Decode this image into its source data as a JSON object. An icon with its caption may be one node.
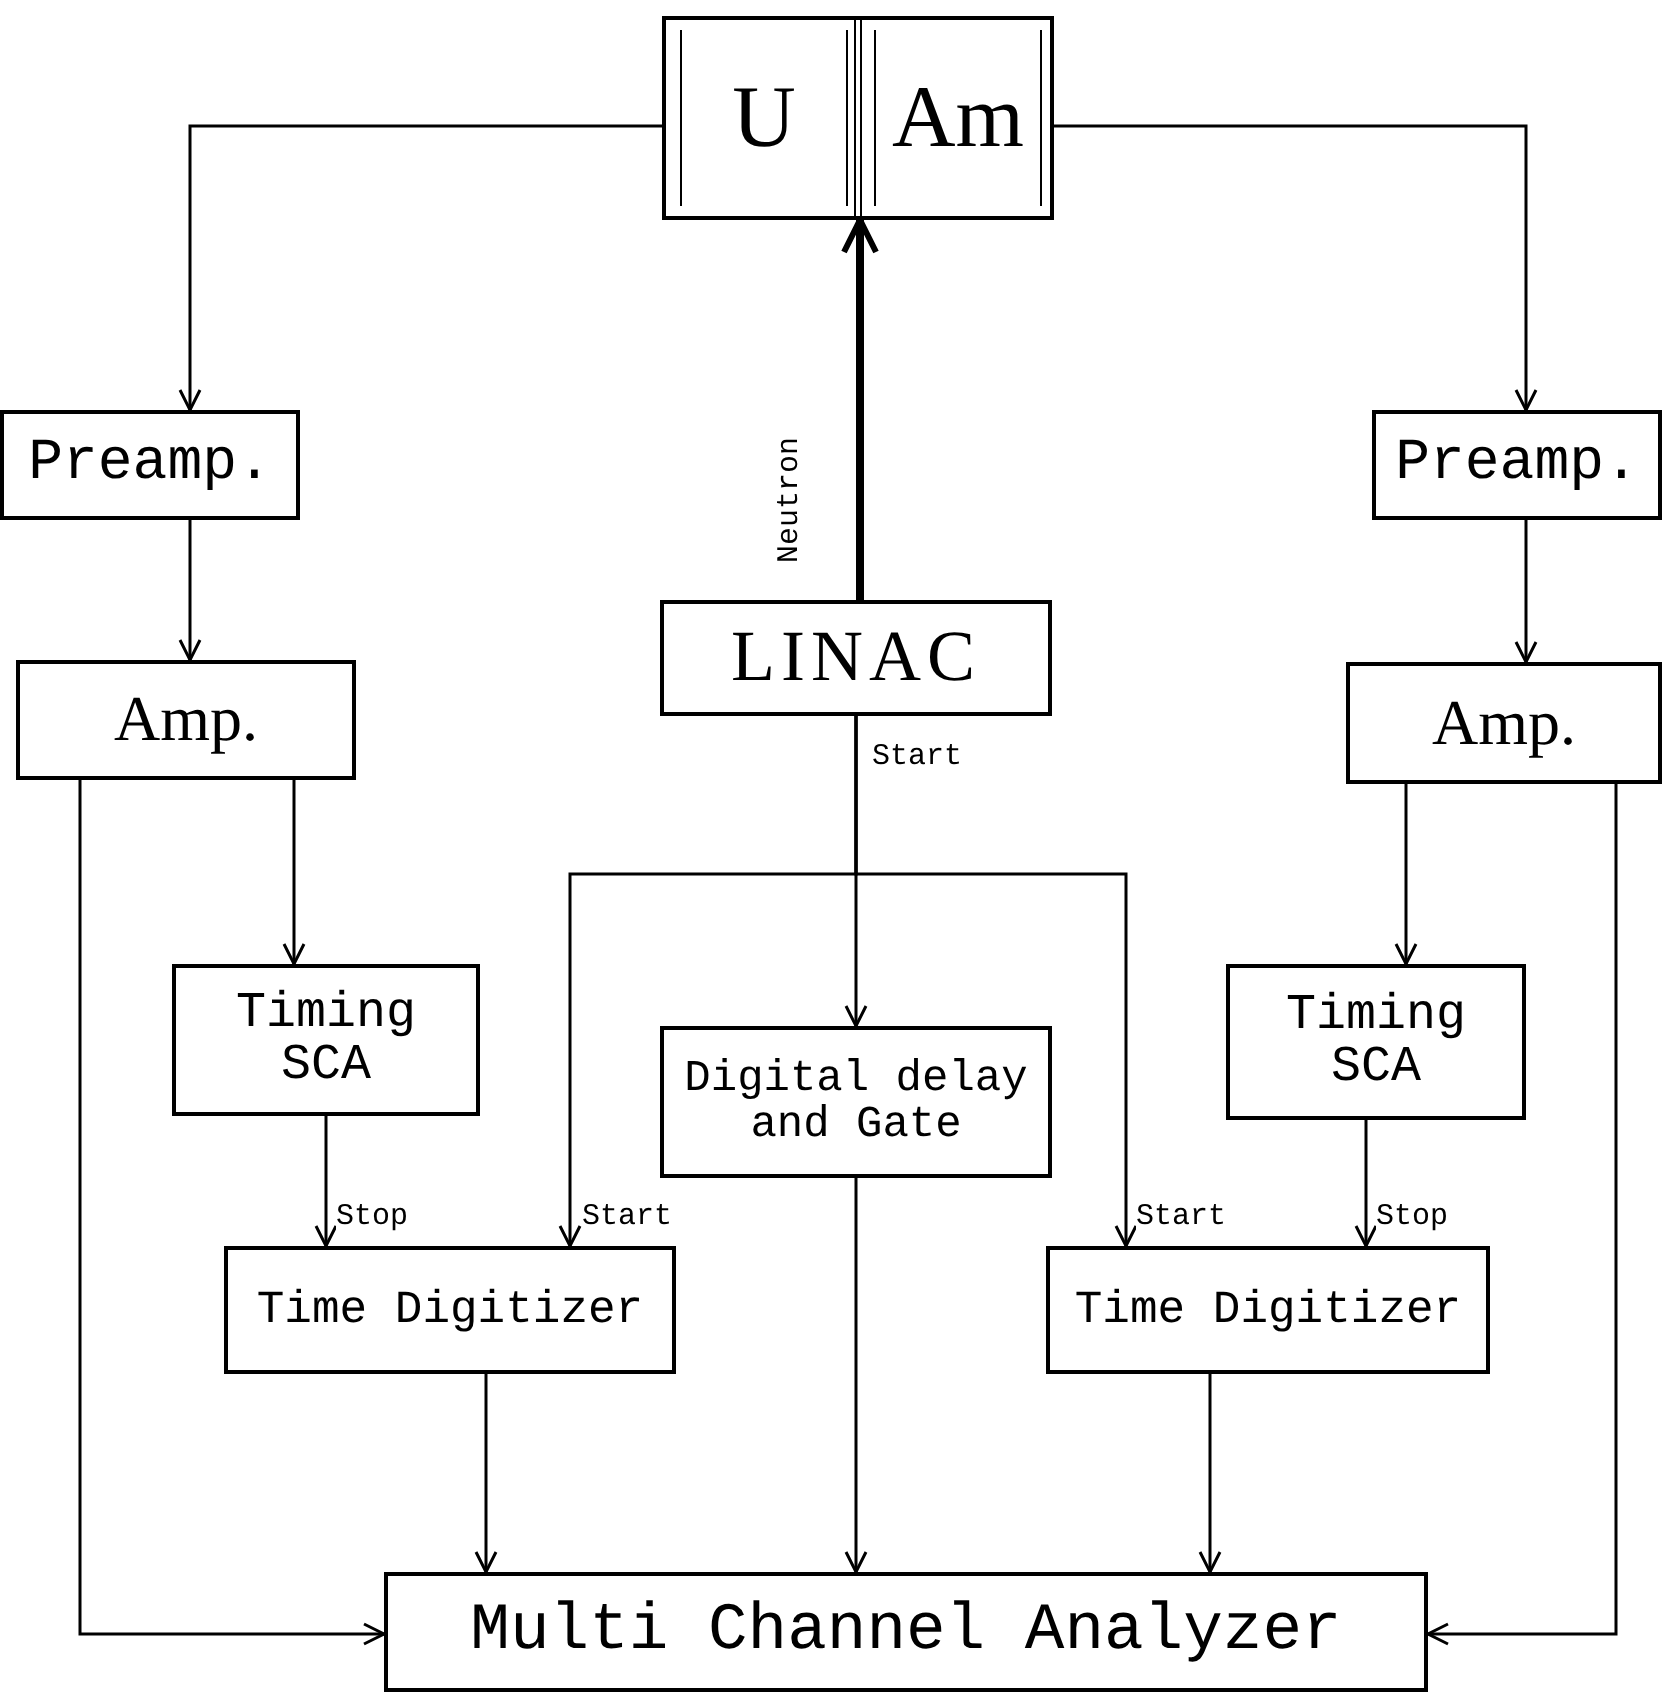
{
  "diagram": {
    "nodes": [
      {
        "text": [],
        "shape": "box"
      },
      {
        "text": [
          "U"
        ],
        "in": 0
      },
      {
        "text": [
          "Am"
        ],
        "in": 0
      },
      {
        "text": [
          "Preamp."
        ]
      },
      {
        "text": [
          "Preamp."
        ]
      },
      {
        "text": [
          "LINAC"
        ]
      },
      {
        "text": [
          "Amp."
        ]
      },
      {
        "text": [
          "Amp."
        ]
      },
      {
        "text": [
          "Timing SCA"
        ]
      },
      {
        "text": [
          "Digital delay and Gate"
        ]
      },
      {
        "text": [
          "Timing SCA"
        ]
      },
      {
        "text": [
          "Time Digitizer"
        ]
      },
      {
        "text": [
          "Time Digitizer"
        ]
      },
      {
        "text": [
          "Multi Channel Analyzer"
        ]
      }
    ],
    "edges": [
      {
        "from": 0,
        "to": 3,
        "arrow": "to"
      },
      {
        "from": 0,
        "to": 4,
        "arrow": "to"
      },
      {
        "from": 5,
        "to": 0,
        "arrow": "to",
        "label": "Neutron",
        "style": "thick"
      },
      {
        "from": 3,
        "to": 6,
        "arrow": "to"
      },
      {
        "from": 4,
        "to": 7,
        "arrow": "to"
      },
      {
        "from": 6,
        "to": 8,
        "arrow": "to"
      },
      {
        "from": 6,
        "to": 13,
        "arrow": "to"
      },
      {
        "from": 7,
        "to": 10,
        "arrow": "to"
      },
      {
        "from": 7,
        "to": 13,
        "arrow": "to"
      },
      {
        "from": 5,
        "to": 9,
        "arrow": "to",
        "label": "Start"
      },
      {
        "from": 5,
        "to": 11,
        "arrow": "to",
        "label": "Start"
      },
      {
        "from": 5,
        "to": 12,
        "arrow": "to",
        "label": "Start"
      },
      {
        "from": 8,
        "to": 11,
        "arrow": "to",
        "label": "Stop"
      },
      {
        "from": 10,
        "to": 12,
        "arrow": "to",
        "label": "Stop"
      },
      {
        "from": 11,
        "to": 13,
        "arrow": "to"
      },
      {
        "from": 9,
        "to": 13,
        "arrow": "to"
      },
      {
        "from": 12,
        "to": 13,
        "arrow": "to"
      }
    ]
  }
}
